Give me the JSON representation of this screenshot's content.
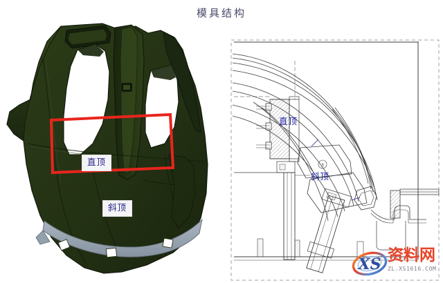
{
  "page": {
    "title": "模具结构",
    "title_color": "#4c4b6b",
    "background": "#ffffff"
  },
  "model_view": {
    "name": "3d-mold-part-view",
    "body_color": "#243214",
    "body_color_dark": "#16200c",
    "body_color_light": "#33441c",
    "trim_color": "#9aa6b2",
    "highlight_color": "#e8251d",
    "labels": [
      {
        "text": "直顶",
        "color": "#22228c"
      },
      {
        "text": "斜顶",
        "color": "#22228c"
      }
    ]
  },
  "cad_view": {
    "name": "mold-section-drawing",
    "line_color": "#3c3c3c",
    "frame_color": "#9aa0b4",
    "hatch_color": "#8b8b8b",
    "labels": [
      {
        "text": "直顶",
        "color": "#2222a0"
      },
      {
        "text": "斜顶",
        "color": "#2222a0"
      }
    ],
    "balloon_number": "3"
  },
  "watermark": {
    "logo_text": "XS",
    "brand": "资料网",
    "url": "ZL.XS1616.COM",
    "brand_color": "#e8432a",
    "url_color": "#7a7a86"
  }
}
